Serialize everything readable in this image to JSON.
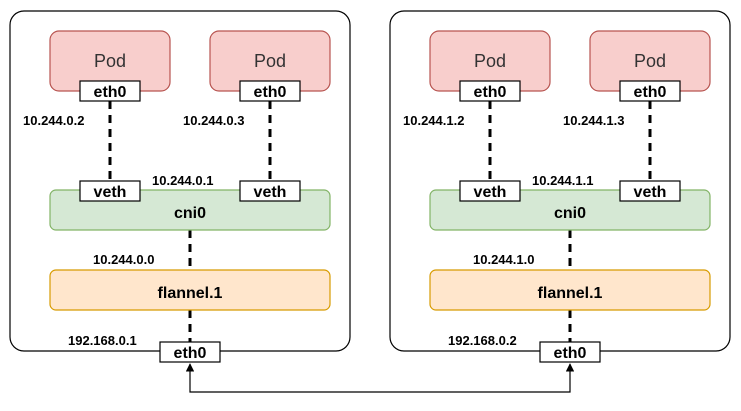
{
  "nodes": [
    {
      "pods": [
        {
          "label": "Pod",
          "iface": "eth0",
          "ip": "10.244.0.2",
          "veth": "veth"
        },
        {
          "label": "Pod",
          "iface": "eth0",
          "ip": "10.244.0.3",
          "veth": "veth"
        }
      ],
      "cni_label": "cni0",
      "cni_ip": "10.244.0.1",
      "flannel_label": "flannel.1",
      "flannel_ip": "10.244.0.0",
      "host_iface": "eth0",
      "host_ip": "192.168.0.1"
    },
    {
      "pods": [
        {
          "label": "Pod",
          "iface": "eth0",
          "ip": "10.244.1.2",
          "veth": "veth"
        },
        {
          "label": "Pod",
          "iface": "eth0",
          "ip": "10.244.1.3",
          "veth": "veth"
        }
      ],
      "cni_label": "cni0",
      "cni_ip": "10.244.1.1",
      "flannel_label": "flannel.1",
      "flannel_ip": "10.244.1.0",
      "host_iface": "eth0",
      "host_ip": "192.168.0.2"
    }
  ],
  "colors": {
    "pod_fill": "#f8cecc",
    "pod_stroke": "#b85450",
    "cni_fill": "#d5e8d4",
    "cni_stroke": "#82b366",
    "flannel_fill": "#ffe6cc",
    "flannel_stroke": "#d79b00",
    "line": "#000000"
  }
}
